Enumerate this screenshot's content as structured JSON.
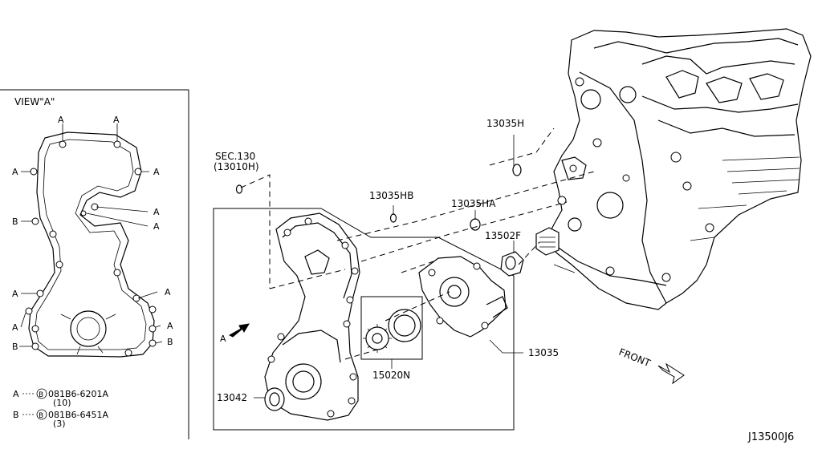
{
  "view_panel": {
    "title": "VIEW\"A\"",
    "letter_a": "A",
    "letter_b": "B",
    "legend": [
      {
        "key": "A",
        "part": "081B6-6201A",
        "qty": "(10)"
      },
      {
        "key": "B",
        "part": "081B6-6451A",
        "qty": "(3)"
      }
    ],
    "circled_letter": "B"
  },
  "callouts": {
    "sec_ref": "SEC.130",
    "sec_sub": "(13010H)",
    "p13035H": "13035H",
    "p13035HB": "13035HB",
    "p13035HA": "13035HA",
    "p13502F": "13502F",
    "p13035": "13035",
    "p15020N": "15020N",
    "p13042": "13042",
    "view_arrow": "A",
    "front": "FRONT"
  },
  "diagram_id": "J13500J6"
}
